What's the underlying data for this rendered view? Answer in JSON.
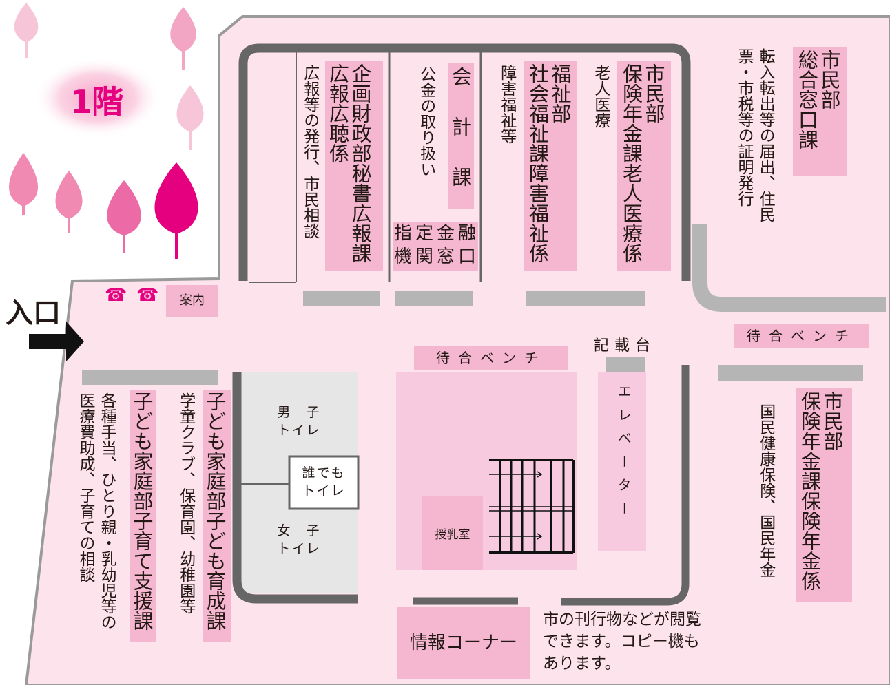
{
  "floor_label": "1階",
  "entrance_label": "入口",
  "info_desk": "案内",
  "phones": [
    "☎",
    "☎"
  ],
  "colors": {
    "floor": "#fde3ec",
    "label_bg": "#f4b7cf",
    "wall": "#666666",
    "bench_bar": "#b5b5b5",
    "toilet_bg": "#e6e6e6",
    "accent": "#e4007f"
  },
  "departments": {
    "shimin_sogo": {
      "lines": [
        "市民部",
        "総合窓口課"
      ],
      "desc": [
        "転入転出等の届出、住民",
        "票・市税等の証明発行"
      ]
    },
    "hoken_rojin": {
      "lines": [
        "市民部",
        "保険年金課老人医療係"
      ],
      "desc": [
        "老人医療"
      ]
    },
    "fukushi": {
      "lines": [
        "福祉部",
        "社会福祉課障害福祉係"
      ],
      "desc": [
        "障害福祉等"
      ]
    },
    "kaikei": {
      "title": "会計課",
      "desc": [
        "公金の取り扱い"
      ],
      "bank": [
        "指定金融",
        "機関窓口"
      ]
    },
    "kikaku": {
      "lines": [
        "企画財政部秘書広報課",
        "広報広聴係"
      ],
      "desc": [
        "広報等の発行、市民相談"
      ]
    },
    "kodomo_ikusei": {
      "line": "子ども家庭部子ども育成課",
      "desc": [
        "学童クラブ、保育園、幼稚園等"
      ]
    },
    "kosodate": {
      "line": "子ども家庭部子育て支援課",
      "desc": [
        "各種手当、ひとり親・乳幼児等の",
        "医療費助成、子育ての相談"
      ]
    },
    "hoken_nenkin": {
      "lines": [
        "市民部",
        "保険年金課保険年金係"
      ],
      "desc": [
        "国民健康保険、国民年金"
      ]
    }
  },
  "facilities": {
    "bench_center": "待合ベンチ",
    "bench_right": "待合ベンチ",
    "writing_desk": "記載台",
    "elevator": "エレベーター",
    "toilet_men": [
      "男　子",
      "トイレ"
    ],
    "toilet_any": [
      "誰でも",
      "トイレ"
    ],
    "toilet_women": [
      "女　子",
      "トイレ"
    ],
    "nursing_room": "授乳室",
    "info_corner": "情報コーナー",
    "info_corner_desc": [
      "市の刊行物などが閲覧",
      "できます。コピー機も",
      "あります。"
    ]
  }
}
